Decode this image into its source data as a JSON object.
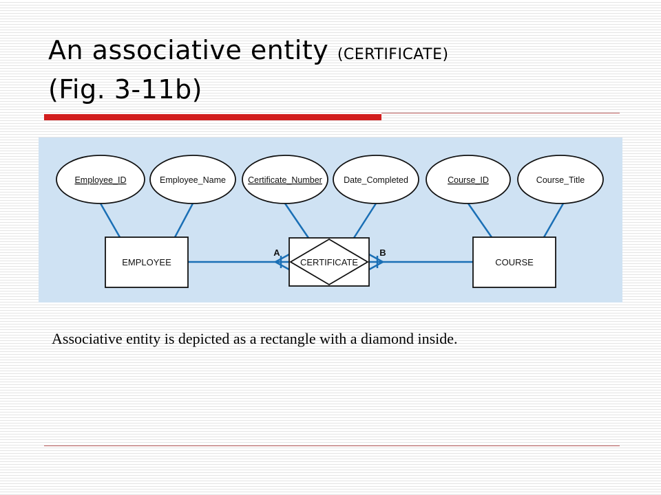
{
  "title": {
    "main": "An associative entity",
    "parenthetical": "(CERTIFICATE)",
    "line2": "(Fig. 3-11b)"
  },
  "diagram": {
    "attributes": [
      {
        "label": "Employee_ID",
        "underline": true
      },
      {
        "label": "Employee_Name",
        "underline": false
      },
      {
        "label": "Certificate_Number",
        "underline": true
      },
      {
        "label": "Date_Completed",
        "underline": false
      },
      {
        "label": "Course_ID",
        "underline": true
      },
      {
        "label": "Course_Title",
        "underline": false
      }
    ],
    "entities": {
      "employee": "EMPLOYEE",
      "certificate": "CERTIFICATE",
      "course": "COURSE"
    },
    "relationship_labels": {
      "left": "A",
      "right": "B"
    },
    "colors": {
      "line": "#1a6fb5",
      "background": "#cfe2f3",
      "accent": "#d21e1e"
    }
  },
  "caption": "Associative entity is depicted as a rectangle with a diamond inside."
}
